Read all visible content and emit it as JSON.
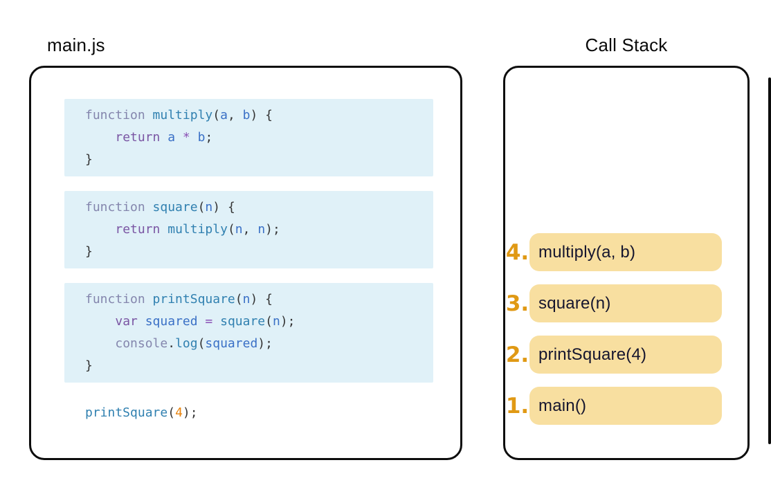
{
  "left_panel": {
    "title": "main.js",
    "code_blocks": [
      {
        "lines": [
          [
            {
              "t": "kw",
              "x": "function"
            },
            {
              "t": "pl",
              "x": " "
            },
            {
              "t": "fn",
              "x": "multiply"
            },
            {
              "t": "pl",
              "x": "("
            },
            {
              "t": "pa",
              "x": "a"
            },
            {
              "t": "pl",
              "x": ", "
            },
            {
              "t": "pa",
              "x": "b"
            },
            {
              "t": "pl",
              "x": ") {"
            }
          ],
          [
            {
              "t": "pl",
              "x": "    "
            },
            {
              "t": "kw2",
              "x": "return"
            },
            {
              "t": "pl",
              "x": " "
            },
            {
              "t": "pa",
              "x": "a"
            },
            {
              "t": "pl",
              "x": " "
            },
            {
              "t": "op",
              "x": "*"
            },
            {
              "t": "pl",
              "x": " "
            },
            {
              "t": "pa",
              "x": "b"
            },
            {
              "t": "pl",
              "x": ";"
            }
          ],
          [
            {
              "t": "pl",
              "x": "}"
            }
          ]
        ]
      },
      {
        "lines": [
          [
            {
              "t": "kw",
              "x": "function"
            },
            {
              "t": "pl",
              "x": " "
            },
            {
              "t": "fn",
              "x": "square"
            },
            {
              "t": "pl",
              "x": "("
            },
            {
              "t": "pa",
              "x": "n"
            },
            {
              "t": "pl",
              "x": ") {"
            }
          ],
          [
            {
              "t": "pl",
              "x": "    "
            },
            {
              "t": "kw2",
              "x": "return"
            },
            {
              "t": "pl",
              "x": " "
            },
            {
              "t": "fn",
              "x": "multiply"
            },
            {
              "t": "pl",
              "x": "("
            },
            {
              "t": "pa",
              "x": "n"
            },
            {
              "t": "pl",
              "x": ", "
            },
            {
              "t": "pa",
              "x": "n"
            },
            {
              "t": "pl",
              "x": ");"
            }
          ],
          [
            {
              "t": "pl",
              "x": "}"
            }
          ]
        ]
      },
      {
        "lines": [
          [
            {
              "t": "kw",
              "x": "function"
            },
            {
              "t": "pl",
              "x": " "
            },
            {
              "t": "fn",
              "x": "printSquare"
            },
            {
              "t": "pl",
              "x": "("
            },
            {
              "t": "pa",
              "x": "n"
            },
            {
              "t": "pl",
              "x": ") {"
            }
          ],
          [
            {
              "t": "pl",
              "x": "    "
            },
            {
              "t": "kw2",
              "x": "var"
            },
            {
              "t": "pl",
              "x": " "
            },
            {
              "t": "pa",
              "x": "squared"
            },
            {
              "t": "pl",
              "x": " "
            },
            {
              "t": "op",
              "x": "="
            },
            {
              "t": "pl",
              "x": " "
            },
            {
              "t": "fn",
              "x": "square"
            },
            {
              "t": "pl",
              "x": "("
            },
            {
              "t": "pa",
              "x": "n"
            },
            {
              "t": "pl",
              "x": ");"
            }
          ],
          [
            {
              "t": "pl",
              "x": "    "
            },
            {
              "t": "kw",
              "x": "console"
            },
            {
              "t": "pl",
              "x": "."
            },
            {
              "t": "fn",
              "x": "log"
            },
            {
              "t": "pl",
              "x": "("
            },
            {
              "t": "pa",
              "x": "squared"
            },
            {
              "t": "pl",
              "x": ");"
            }
          ],
          [
            {
              "t": "pl",
              "x": "}"
            }
          ]
        ]
      }
    ],
    "call_line": [
      {
        "t": "fn",
        "x": "printSquare"
      },
      {
        "t": "pl",
        "x": "("
      },
      {
        "t": "num",
        "x": "4"
      },
      {
        "t": "pl",
        "x": ");"
      }
    ]
  },
  "right_panel": {
    "title": "Call Stack",
    "frames": [
      {
        "number": "4.",
        "label": "multiply(a, b)"
      },
      {
        "number": "3.",
        "label": "square(n)"
      },
      {
        "number": "2.",
        "label": "printSquare(4)"
      },
      {
        "number": "1.",
        "label": "main()"
      }
    ]
  },
  "colors": {
    "code_block_bg": "#e0f1f8",
    "keyword": "#8486ad",
    "keyword2": "#7a55a3",
    "function_name": "#3080b0",
    "parameter": "#3a70c6",
    "operator": "#8a50b5",
    "number_literal": "#e8820c",
    "plain": "#333333",
    "frame_bg": "#f8dfa0",
    "frame_text": "#15152e",
    "stack_number": "#e09914"
  }
}
